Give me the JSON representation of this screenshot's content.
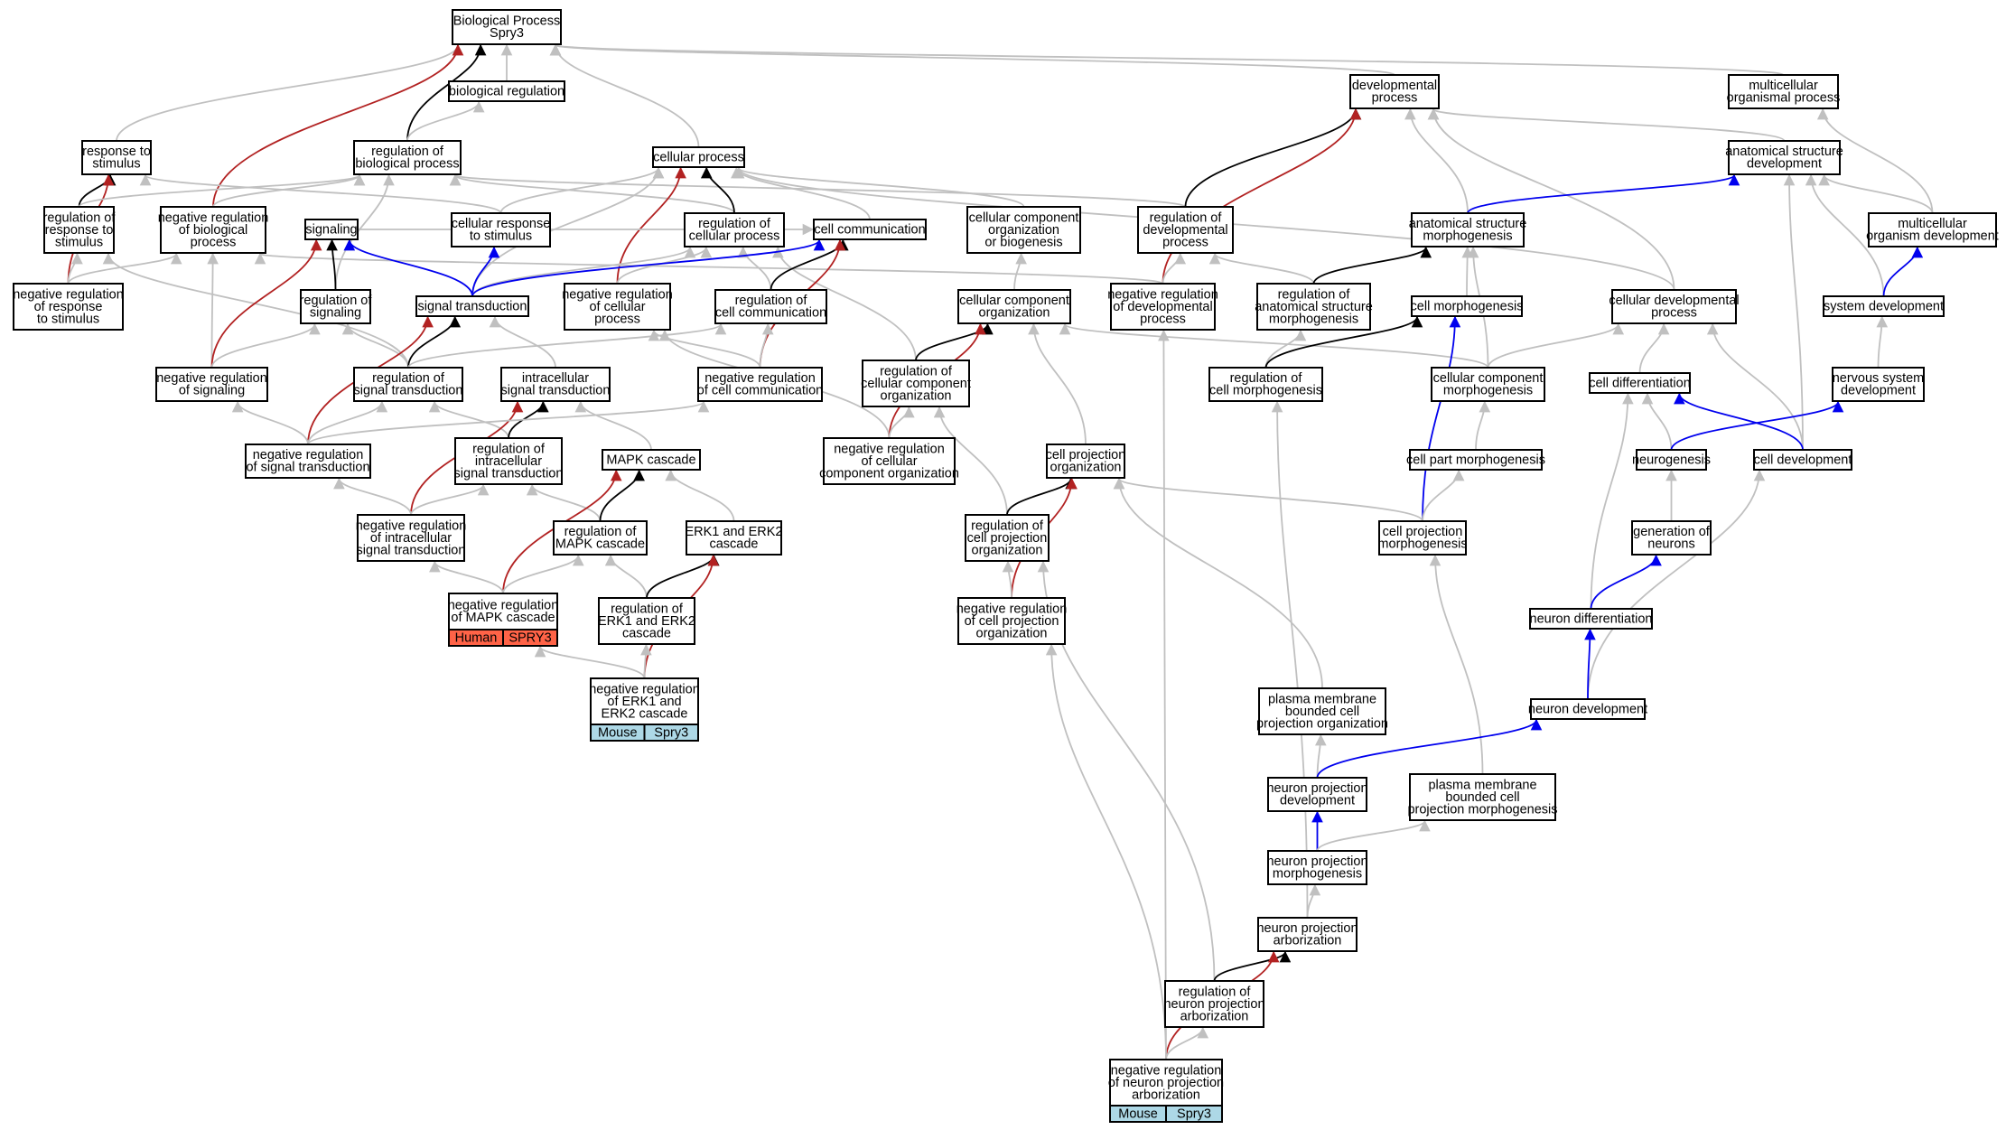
{
  "colors": {
    "is_a": "#c0c0c0",
    "part_of": "#000000",
    "positively": "#0000ee",
    "negatively": "#b22222",
    "human_tag": "#ff6347",
    "mouse_tag": "#add8e6"
  },
  "nodes": {
    "bp": {
      "lines": [
        "Biological Process",
        "Spry3"
      ]
    },
    "bioreg": {
      "lines": [
        "biological regulation"
      ]
    },
    "devproc": {
      "lines": [
        "developmental",
        "process"
      ]
    },
    "multiproc": {
      "lines": [
        "multicellular",
        "organismal process"
      ]
    },
    "respstim": {
      "lines": [
        "response to",
        "stimulus"
      ]
    },
    "regbio": {
      "lines": [
        "regulation of",
        "biological process"
      ]
    },
    "cellproc": {
      "lines": [
        "cellular process"
      ]
    },
    "anatdev": {
      "lines": [
        "anatomical structure",
        "development"
      ]
    },
    "regresp": {
      "lines": [
        "regulation of",
        "response to",
        "stimulus"
      ]
    },
    "negregbio": {
      "lines": [
        "negative regulation",
        "of biological",
        "process"
      ]
    },
    "cellresp": {
      "lines": [
        "cellular response",
        "to stimulus"
      ]
    },
    "regcell": {
      "lines": [
        "regulation of",
        "cellular process"
      ]
    },
    "cellcomm": {
      "lines": [
        "cell communication"
      ]
    },
    "ccorgbio": {
      "lines": [
        "cellular component",
        "organization",
        "or biogenesis"
      ]
    },
    "regdev": {
      "lines": [
        "regulation of",
        "developmental",
        "process"
      ]
    },
    "anatmorph": {
      "lines": [
        "anatomical structure",
        "morphogenesis"
      ]
    },
    "multidev": {
      "lines": [
        "multicellular",
        "organism development"
      ]
    },
    "signaling": {
      "lines": [
        "signaling"
      ]
    },
    "negregresp": {
      "lines": [
        "negative regulation",
        "of response",
        "to stimulus"
      ]
    },
    "regsig": {
      "lines": [
        "regulation of",
        "signaling"
      ]
    },
    "sigtrans": {
      "lines": [
        "signal transduction"
      ]
    },
    "negregcell": {
      "lines": [
        "negative regulation",
        "of cellular",
        "process"
      ]
    },
    "regcellcomm": {
      "lines": [
        "regulation of",
        "cell communication"
      ]
    },
    "ccorg": {
      "lines": [
        "cellular component",
        "organization"
      ]
    },
    "negregdev": {
      "lines": [
        "negative regulation",
        "of developmental",
        "process"
      ]
    },
    "reganatmorph": {
      "lines": [
        "regulation of",
        "anatomical structure",
        "morphogenesis"
      ]
    },
    "cellmorph": {
      "lines": [
        "cell morphogenesis"
      ]
    },
    "celldevproc": {
      "lines": [
        "cellular developmental",
        "process"
      ]
    },
    "sysdev": {
      "lines": [
        "system development"
      ]
    },
    "negregsig": {
      "lines": [
        "negative regulation",
        "of signaling"
      ]
    },
    "regsigtrans": {
      "lines": [
        "regulation of",
        "signal transduction"
      ]
    },
    "intrasig": {
      "lines": [
        "intracellular",
        "signal transduction"
      ]
    },
    "negregcellcomm": {
      "lines": [
        "negative regulation",
        "of cell communication"
      ]
    },
    "regccorg": {
      "lines": [
        "regulation of",
        "cellular component",
        "organization"
      ]
    },
    "regcellmorph": {
      "lines": [
        "regulation of",
        "cell morphogenesis"
      ]
    },
    "ccmorph": {
      "lines": [
        "cellular component",
        "morphogenesis"
      ]
    },
    "celldiff": {
      "lines": [
        "cell differentiation"
      ]
    },
    "nervdev": {
      "lines": [
        "nervous system",
        "development"
      ]
    },
    "negregsigtrans": {
      "lines": [
        "negative regulation",
        "of signal transduction"
      ]
    },
    "regintrasig": {
      "lines": [
        "regulation of",
        "intracellular",
        "signal transduction"
      ]
    },
    "mapk": {
      "lines": [
        "MAPK cascade"
      ]
    },
    "negregccorg": {
      "lines": [
        "negative regulation",
        "of cellular",
        "component organization"
      ]
    },
    "cellprojorg": {
      "lines": [
        "cell projection",
        "organization"
      ]
    },
    "cellpartmorph": {
      "lines": [
        "cell part morphogenesis"
      ]
    },
    "neurogenesis": {
      "lines": [
        "neurogenesis"
      ]
    },
    "celldevel": {
      "lines": [
        "cell development"
      ]
    },
    "negregintrasig": {
      "lines": [
        "negative regulation",
        "of intracellular",
        "signal transduction"
      ]
    },
    "regmapk": {
      "lines": [
        "regulation of",
        "MAPK cascade"
      ]
    },
    "erk": {
      "lines": [
        "ERK1 and ERK2",
        "cascade"
      ]
    },
    "regcellprojorg": {
      "lines": [
        "regulation of",
        "cell projection",
        "organization"
      ]
    },
    "cellprojmorph": {
      "lines": [
        "cell projection",
        "morphogenesis"
      ]
    },
    "genneur": {
      "lines": [
        "generation of",
        "neurons"
      ]
    },
    "negregmapk": {
      "lines": [
        "negative regulation",
        "of MAPK cascade"
      ],
      "tags": [
        "Human",
        "SPRY3"
      ],
      "tag_color": "human"
    },
    "regerk": {
      "lines": [
        "regulation of",
        "ERK1 and ERK2",
        "cascade"
      ]
    },
    "negregcellprojorg": {
      "lines": [
        "negative regulation",
        "of cell projection",
        "organization"
      ]
    },
    "neurdiff": {
      "lines": [
        "neuron differentiation"
      ]
    },
    "negregerk": {
      "lines": [
        "negative regulation",
        "of ERK1 and",
        "ERK2 cascade"
      ],
      "tags": [
        "Mouse",
        "Spry3"
      ],
      "tag_color": "mouse"
    },
    "pmbcellprojorg": {
      "lines": [
        "plasma membrane",
        "bounded cell",
        "projection organization"
      ]
    },
    "neurdevel": {
      "lines": [
        "neuron development"
      ]
    },
    "neurprojdev": {
      "lines": [
        "neuron projection",
        "development"
      ]
    },
    "pmbcellprojmorph": {
      "lines": [
        "plasma membrane",
        "bounded cell",
        "projection morphogenesis"
      ]
    },
    "neurprojmorph": {
      "lines": [
        "neuron projection",
        "morphogenesis"
      ]
    },
    "neurprojarb": {
      "lines": [
        "neuron projection",
        "arborization"
      ]
    },
    "regneurprojarb": {
      "lines": [
        "regulation of",
        "neuron projection",
        "arborization"
      ]
    },
    "negregneurprojarb": {
      "lines": [
        "negative regulation",
        "of neuron projection",
        "arborization"
      ],
      "tags": [
        "Mouse",
        "Spry3"
      ],
      "tag_color": "mouse"
    }
  },
  "edges": [
    [
      "bioreg",
      "bp",
      "is_a"
    ],
    [
      "devproc",
      "bp",
      "is_a"
    ],
    [
      "multiproc",
      "bp",
      "is_a"
    ],
    [
      "respstim",
      "bp",
      "is_a"
    ],
    [
      "regbio",
      "bp",
      "part_of"
    ],
    [
      "negregbio",
      "bp",
      "negatively"
    ],
    [
      "cellproc",
      "bp",
      "is_a"
    ],
    [
      "regbio",
      "bioreg",
      "is_a"
    ],
    [
      "anatdev",
      "devproc",
      "is_a"
    ],
    [
      "multidev",
      "multiproc",
      "is_a"
    ],
    [
      "regresp",
      "respstim",
      "part_of"
    ],
    [
      "negregresp",
      "respstim",
      "negatively"
    ],
    [
      "cellresp",
      "respstim",
      "is_a"
    ],
    [
      "negregbio",
      "regbio",
      "is_a"
    ],
    [
      "regresp",
      "regbio",
      "is_a"
    ],
    [
      "regcell",
      "regbio",
      "is_a"
    ],
    [
      "regdev",
      "regbio",
      "is_a"
    ],
    [
      "regsig",
      "regbio",
      "is_a"
    ],
    [
      "regcell",
      "cellproc",
      "part_of"
    ],
    [
      "cellcomm",
      "cellproc",
      "is_a"
    ],
    [
      "ccorgbio",
      "cellproc",
      "is_a"
    ],
    [
      "cellresp",
      "cellproc",
      "is_a"
    ],
    [
      "sigtrans",
      "cellproc",
      "is_a"
    ],
    [
      "negregcell",
      "cellproc",
      "negatively"
    ],
    [
      "celldevproc",
      "cellproc",
      "is_a"
    ],
    [
      "regdev",
      "devproc",
      "part_of"
    ],
    [
      "negregdev",
      "devproc",
      "negatively"
    ],
    [
      "anatmorph",
      "devproc",
      "is_a"
    ],
    [
      "celldevproc",
      "devproc",
      "is_a"
    ],
    [
      "anatmorph",
      "anatdev",
      "positively"
    ],
    [
      "multidev",
      "anatdev",
      "is_a"
    ],
    [
      "sysdev",
      "anatdev",
      "is_a"
    ],
    [
      "celldevel",
      "anatdev",
      "is_a"
    ],
    [
      "negregresp",
      "regresp",
      "is_a"
    ],
    [
      "regsigtrans",
      "regresp",
      "is_a"
    ],
    [
      "negregresp",
      "negregbio",
      "is_a"
    ],
    [
      "negregsig",
      "negregbio",
      "is_a"
    ],
    [
      "negregdev",
      "negregbio",
      "is_a"
    ],
    [
      "sigtrans",
      "cellresp",
      "positively"
    ],
    [
      "negregcell",
      "regcell",
      "is_a"
    ],
    [
      "regcellcomm",
      "regcell",
      "is_a"
    ],
    [
      "regccorg",
      "regcell",
      "is_a"
    ],
    [
      "sigtrans",
      "regcell",
      "is_a"
    ],
    [
      "sigtrans",
      "cellcomm",
      "positively"
    ],
    [
      "regcellcomm",
      "cellcomm",
      "part_of"
    ],
    [
      "negregcellcomm",
      "cellcomm",
      "negatively"
    ],
    [
      "signaling",
      "cellcomm",
      "is_a"
    ],
    [
      "ccorg",
      "ccorgbio",
      "is_a"
    ],
    [
      "negregdev",
      "regdev",
      "is_a"
    ],
    [
      "reganatmorph",
      "regdev",
      "is_a"
    ],
    [
      "reganatmorph",
      "anatmorph",
      "part_of"
    ],
    [
      "cellmorph",
      "anatmorph",
      "is_a"
    ],
    [
      "ccmorph",
      "anatmorph",
      "is_a"
    ],
    [
      "sysdev",
      "multidev",
      "positively"
    ],
    [
      "regsig",
      "signaling",
      "part_of"
    ],
    [
      "sigtrans",
      "signaling",
      "positively"
    ],
    [
      "negregsig",
      "signaling",
      "negatively"
    ],
    [
      "negregsig",
      "regsig",
      "is_a"
    ],
    [
      "regsigtrans",
      "regsig",
      "is_a"
    ],
    [
      "regsigtrans",
      "sigtrans",
      "part_of"
    ],
    [
      "negregsigtrans",
      "sigtrans",
      "negatively"
    ],
    [
      "intrasig",
      "sigtrans",
      "is_a"
    ],
    [
      "negregcellcomm",
      "negregcell",
      "is_a"
    ],
    [
      "negregccorg",
      "negregcell",
      "is_a"
    ],
    [
      "negregcellcomm",
      "regcellcomm",
      "is_a"
    ],
    [
      "regsigtrans",
      "regcellcomm",
      "is_a"
    ],
    [
      "regccorg",
      "ccorg",
      "part_of"
    ],
    [
      "negregccorg",
      "ccorg",
      "negatively"
    ],
    [
      "cellprojorg",
      "ccorg",
      "is_a"
    ],
    [
      "ccmorph",
      "ccorg",
      "is_a"
    ],
    [
      "regcellmorph",
      "reganatmorph",
      "is_a"
    ],
    [
      "regcellmorph",
      "cellmorph",
      "part_of"
    ],
    [
      "cellprojmorph",
      "cellmorph",
      "positively"
    ],
    [
      "celldiff",
      "celldevproc",
      "is_a"
    ],
    [
      "celldevel",
      "celldevproc",
      "is_a"
    ],
    [
      "ccmorph",
      "celldevproc",
      "is_a"
    ],
    [
      "nervdev",
      "sysdev",
      "is_a"
    ],
    [
      "negregsigtrans",
      "negregsig",
      "is_a"
    ],
    [
      "negregsigtrans",
      "regsigtrans",
      "is_a"
    ],
    [
      "regintrasig",
      "regsigtrans",
      "is_a"
    ],
    [
      "regintrasig",
      "intrasig",
      "part_of"
    ],
    [
      "negregintrasig",
      "intrasig",
      "negatively"
    ],
    [
      "mapk",
      "intrasig",
      "is_a"
    ],
    [
      "negregsigtrans",
      "negregcellcomm",
      "is_a"
    ],
    [
      "negregccorg",
      "regccorg",
      "is_a"
    ],
    [
      "regcellprojorg",
      "regccorg",
      "is_a"
    ],
    [
      "neurprojarb",
      "regcellmorph",
      "is_a"
    ],
    [
      "cellpartmorph",
      "ccmorph",
      "is_a"
    ],
    [
      "neurogenesis",
      "celldiff",
      "is_a"
    ],
    [
      "celldevel",
      "celldiff",
      "positively"
    ],
    [
      "neurdiff",
      "celldiff",
      "is_a"
    ],
    [
      "neurogenesis",
      "nervdev",
      "positively"
    ],
    [
      "negregintrasig",
      "negregsigtrans",
      "is_a"
    ],
    [
      "negregintrasig",
      "regintrasig",
      "is_a"
    ],
    [
      "regmapk",
      "regintrasig",
      "is_a"
    ],
    [
      "regmapk",
      "mapk",
      "part_of"
    ],
    [
      "negregmapk",
      "mapk",
      "negatively"
    ],
    [
      "erk",
      "mapk",
      "is_a"
    ],
    [
      "regcellprojorg",
      "cellprojorg",
      "part_of"
    ],
    [
      "negregcellprojorg",
      "cellprojorg",
      "negatively"
    ],
    [
      "cellprojmorph",
      "cellprojorg",
      "is_a"
    ],
    [
      "pmbcellprojorg",
      "cellprojorg",
      "is_a"
    ],
    [
      "cellprojmorph",
      "cellpartmorph",
      "is_a"
    ],
    [
      "genneur",
      "neurogenesis",
      "is_a"
    ],
    [
      "neurdevel",
      "celldevel",
      "is_a"
    ],
    [
      "negregmapk",
      "negregintrasig",
      "is_a"
    ],
    [
      "negregmapk",
      "regmapk",
      "is_a"
    ],
    [
      "regerk",
      "regmapk",
      "is_a"
    ],
    [
      "regerk",
      "erk",
      "part_of"
    ],
    [
      "negregerk",
      "erk",
      "negatively"
    ],
    [
      "negregcellprojorg",
      "regcellprojorg",
      "is_a"
    ],
    [
      "regneurprojarb",
      "regcellprojorg",
      "is_a"
    ],
    [
      "pmbcellprojmorph",
      "cellprojmorph",
      "is_a"
    ],
    [
      "neurdiff",
      "genneur",
      "positively"
    ],
    [
      "negregerk",
      "negregmapk",
      "is_a"
    ],
    [
      "negregerk",
      "regerk",
      "is_a"
    ],
    [
      "negregneurprojarb",
      "negregcellprojorg",
      "is_a"
    ],
    [
      "neurdevel",
      "neurdiff",
      "positively"
    ],
    [
      "neurprojdev",
      "pmbcellprojorg",
      "is_a"
    ],
    [
      "neurprojdev",
      "neurdevel",
      "positively"
    ],
    [
      "neurprojmorph",
      "neurprojdev",
      "positively"
    ],
    [
      "neurprojmorph",
      "pmbcellprojmorph",
      "is_a"
    ],
    [
      "neurprojarb",
      "neurprojmorph",
      "is_a"
    ],
    [
      "regneurprojarb",
      "neurprojarb",
      "part_of"
    ],
    [
      "negregneurprojarb",
      "neurprojarb",
      "negatively"
    ],
    [
      "negregneurprojarb",
      "regneurprojarb",
      "is_a"
    ],
    [
      "negregneurprojarb",
      "negregdev",
      "is_a"
    ]
  ]
}
